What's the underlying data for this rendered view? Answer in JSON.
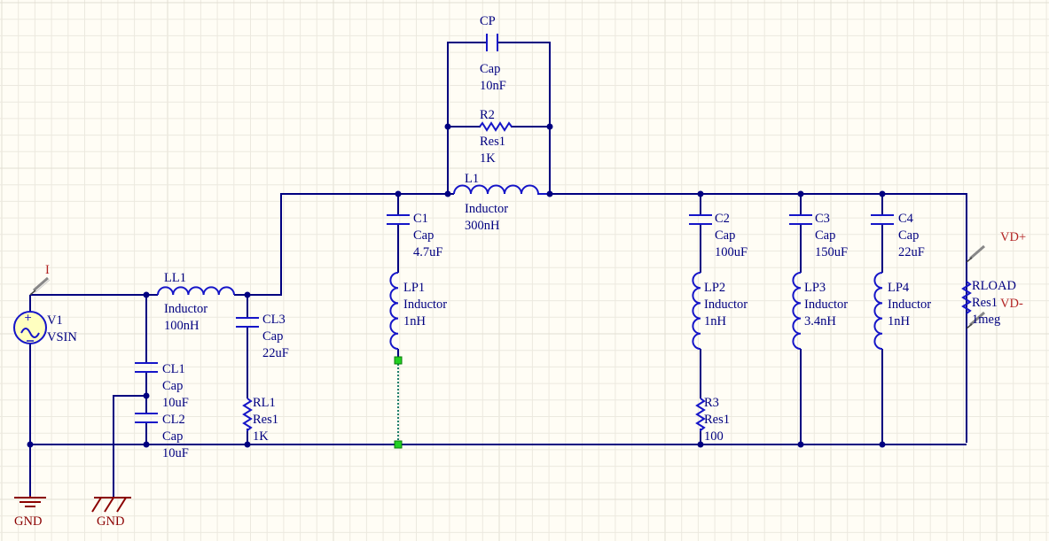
{
  "colors": {
    "background": "#fffdf5",
    "wire": "#000080",
    "component": "#1515c8",
    "junction": "#000080",
    "probe_text": "#b22222",
    "ground": "#8b0000",
    "net_highlight": "#00c800"
  },
  "components": {
    "cp": {
      "designator": "CP",
      "type": "Cap",
      "value": "10nF"
    },
    "r2": {
      "designator": "R2",
      "type": "Res1",
      "value": "1K"
    },
    "l1": {
      "designator": "L1",
      "type": "Inductor",
      "value": "300nH"
    },
    "c1": {
      "designator": "C1",
      "type": "Cap",
      "value": "4.7uF"
    },
    "lp1": {
      "designator": "LP1",
      "type": "Inductor",
      "value": "1nH"
    },
    "ll1": {
      "designator": "LL1",
      "type": "Inductor",
      "value": "100nH"
    },
    "cl3": {
      "designator": "CL3",
      "type": "Cap",
      "value": "22uF"
    },
    "cl1": {
      "designator": "CL1",
      "type": "Cap",
      "value": "10uF"
    },
    "cl2": {
      "designator": "CL2",
      "type": "Cap",
      "value": "10uF"
    },
    "rl1": {
      "designator": "RL1",
      "type": "Res1",
      "value": "1K"
    },
    "v1": {
      "designator": "V1",
      "type": "VSIN"
    },
    "c2": {
      "designator": "C2",
      "type": "Cap",
      "value": "100uF"
    },
    "lp2": {
      "designator": "LP2",
      "type": "Inductor",
      "value": "1nH"
    },
    "r3": {
      "designator": "R3",
      "type": "Res1",
      "value": "100"
    },
    "c3": {
      "designator": "C3",
      "type": "Cap",
      "value": "150uF"
    },
    "lp3": {
      "designator": "LP3",
      "type": "Inductor",
      "value": "3.4nH"
    },
    "c4": {
      "designator": "C4",
      "type": "Cap",
      "value": "22uF"
    },
    "lp4": {
      "designator": "LP4",
      "type": "Inductor",
      "value": "1nH"
    },
    "rload": {
      "designator": "RLOAD",
      "type": "Res1",
      "value": "1meg"
    }
  },
  "probes": {
    "current": "I",
    "vd_plus": "VD+",
    "vd_minus": "VD-"
  },
  "grounds": {
    "gnd1": "GND",
    "gnd2": "GND"
  }
}
